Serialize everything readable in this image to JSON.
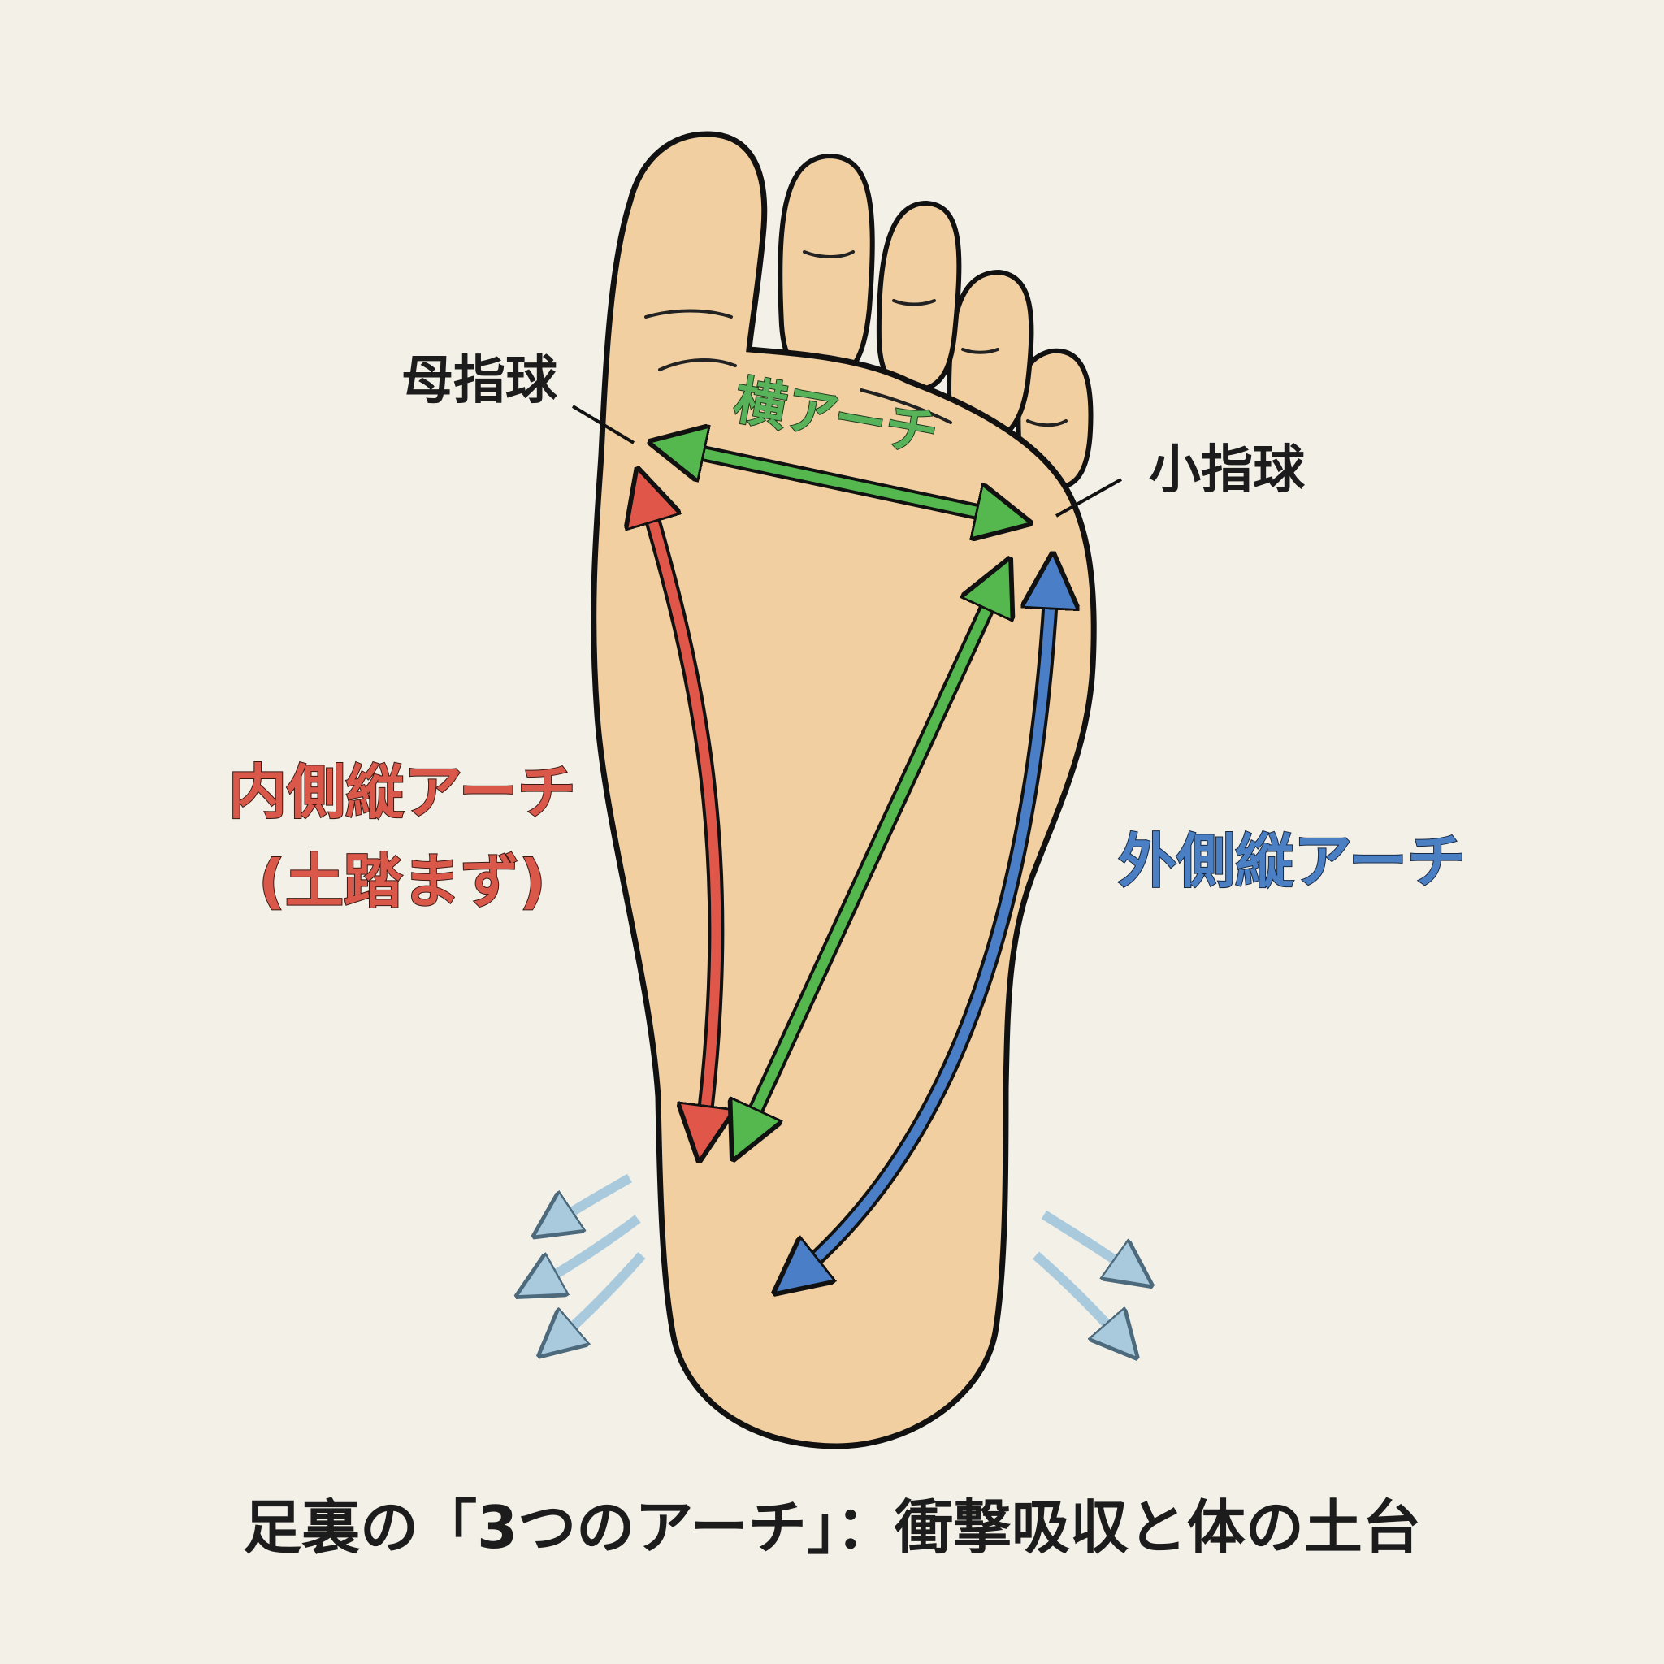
{
  "labels": {
    "big_toe_ball": "母指球",
    "little_toe_ball": "小指球",
    "transverse_arch": "横アーチ",
    "medial_arch_line1": "内側縦アーチ",
    "medial_arch_line2": "(土踏まず)",
    "lateral_arch": "外側縦アーチ"
  },
  "caption": "足裏の「3つのアーチ」：衝撃吸収と体の土台",
  "colors": {
    "background": "#f3f0e8",
    "skin": "#f2cfa0",
    "outline": "#111111",
    "medial_arch": "#e0574a",
    "transverse_arch": "#55b84f",
    "lateral_arch": "#4a7fc8",
    "spread_arrows": "#a9c9dc"
  }
}
